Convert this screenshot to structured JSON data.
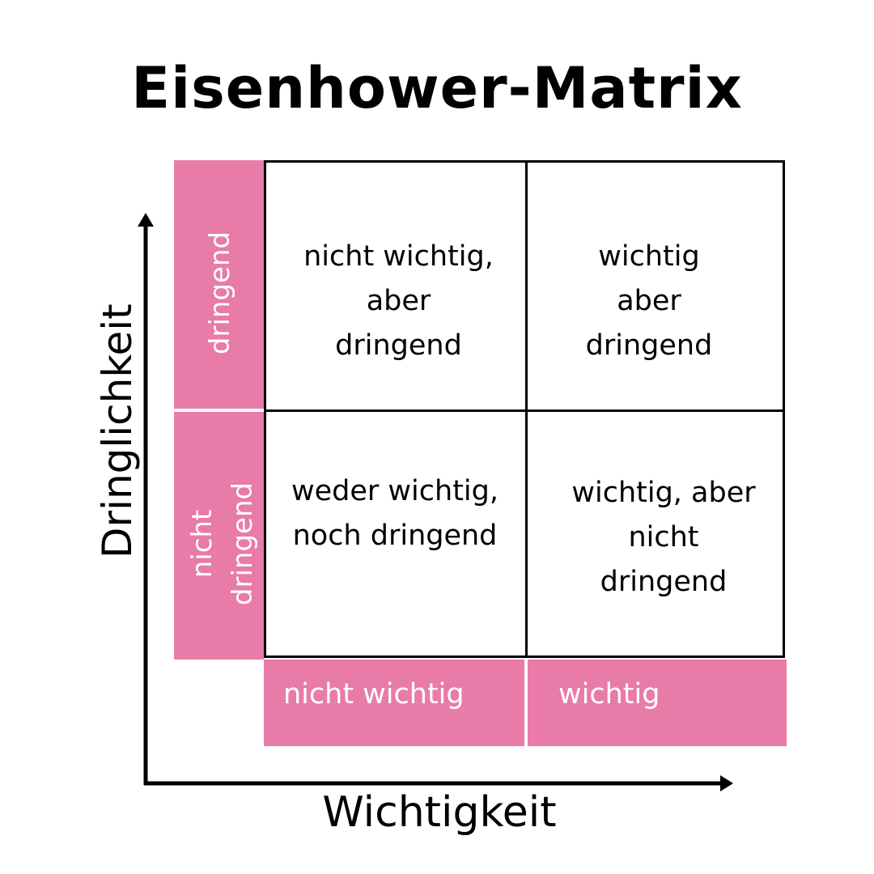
{
  "title": "Eisenhower-Matrix",
  "axes": {
    "y_label": "Dringlichkeit",
    "x_label": "Wichtigkeit"
  },
  "row_labels": [
    "dringend",
    "nicht\ndringend"
  ],
  "column_labels": [
    "nicht wichtig",
    "wichtig"
  ],
  "quadrants": {
    "top_left": "nicht wichtig,\naber\ndringend",
    "top_right": "wichtig\naber\ndringend",
    "bottom_left": "weder wichtig,\nnoch dringend",
    "bottom_right": "wichtig, aber\nnicht\ndringend"
  },
  "colors": {
    "accent": "#E87BA8",
    "line": "#000000"
  }
}
